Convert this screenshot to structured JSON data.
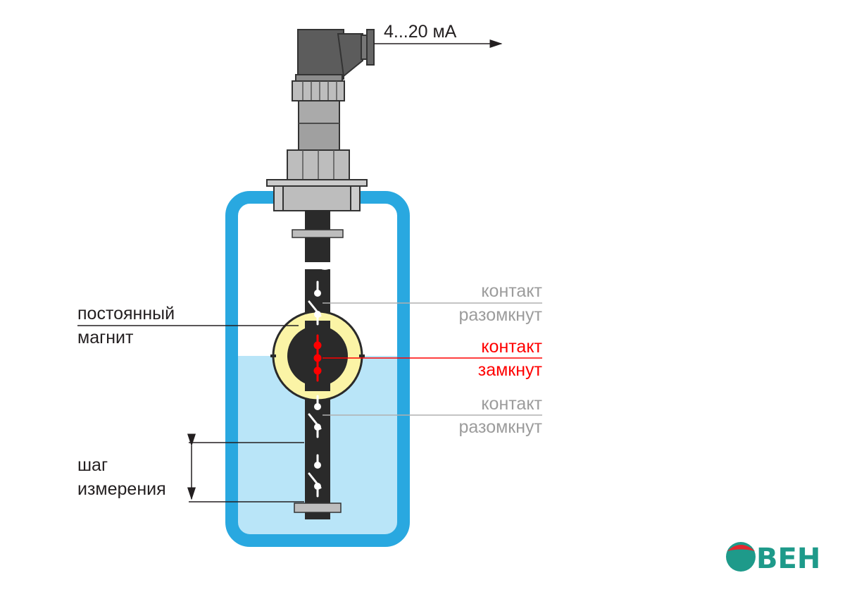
{
  "signal_label": "4...20 мА",
  "labels": {
    "magnet": [
      "постоянный",
      "магнит"
    ],
    "step": [
      "шаг",
      "измерения"
    ],
    "contact_open_top": [
      "контакт",
      "разомкнут"
    ],
    "contact_closed": [
      "контакт",
      "замкнут"
    ],
    "contact_open_bottom": [
      "контакт",
      "разомкнут"
    ]
  },
  "logo": {
    "text": "ВЕН"
  },
  "colors": {
    "tank": "#29a8e0",
    "liquid": "#b9e5f8",
    "housing": "#5c5c5c",
    "metal": "#aaaaaa",
    "rod": "#2a2a2a",
    "float": "#fbf4a6",
    "closed_contact": "#ff0000",
    "open_label": "#9c9c9c",
    "text": "#231f20",
    "logo_red": "#e3262e",
    "logo_green": "#1e9a8a"
  }
}
